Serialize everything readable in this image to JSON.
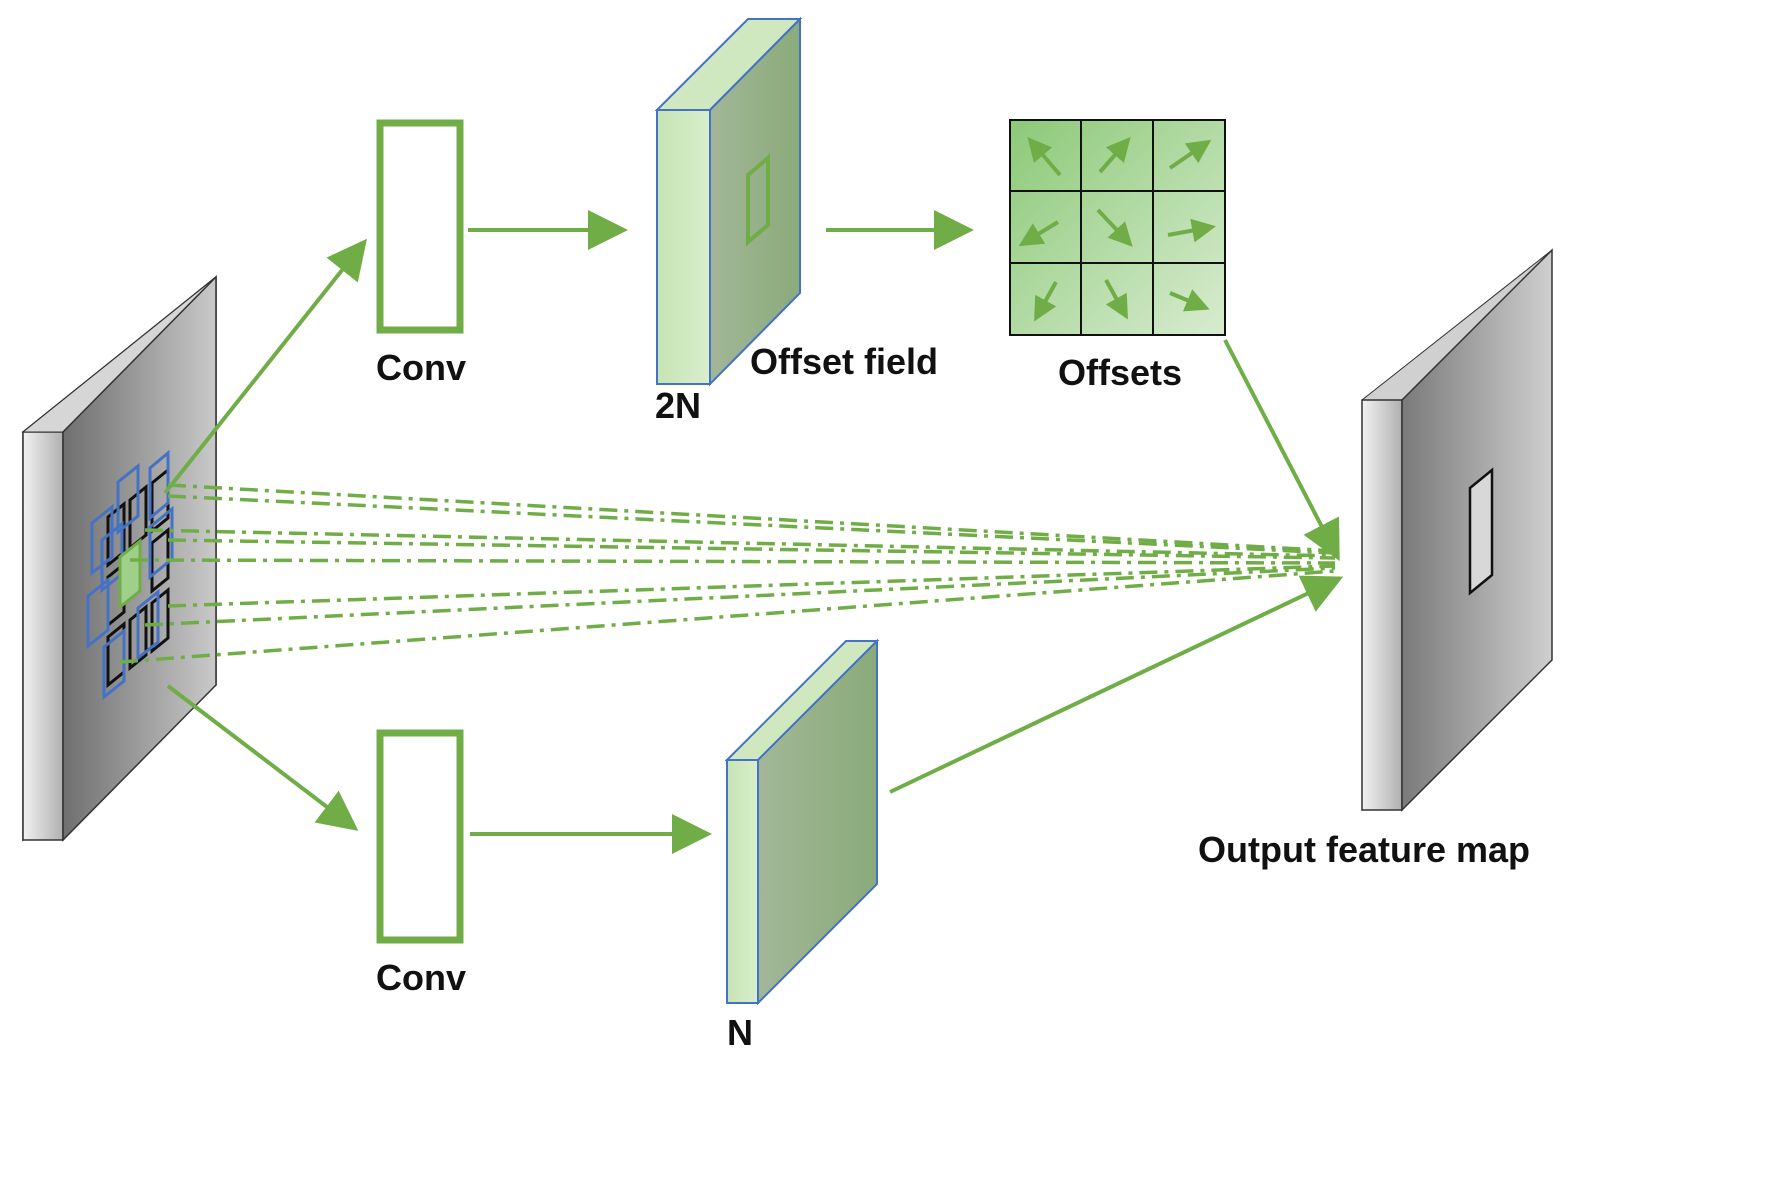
{
  "labels": {
    "conv_top": "Conv",
    "conv_bottom": "Conv",
    "offset_field": "Offset field",
    "offset_channels": "2N",
    "offsets": "Offsets",
    "mask_channels": "N",
    "output": "Output feature map"
  },
  "offset_grid": {
    "rows": 3,
    "cols": 3,
    "arrow_directions": [
      "up-left",
      "up-right",
      "up-right",
      "down-left",
      "down-right",
      "right",
      "down-left",
      "down-right",
      "down-right"
    ]
  },
  "colors": {
    "green": "#70ad47",
    "blue": "#4472c4",
    "light_green": "#cfe8c0",
    "dark_green_face": "#9fba8f",
    "gray_face": "#9a9a9a"
  }
}
